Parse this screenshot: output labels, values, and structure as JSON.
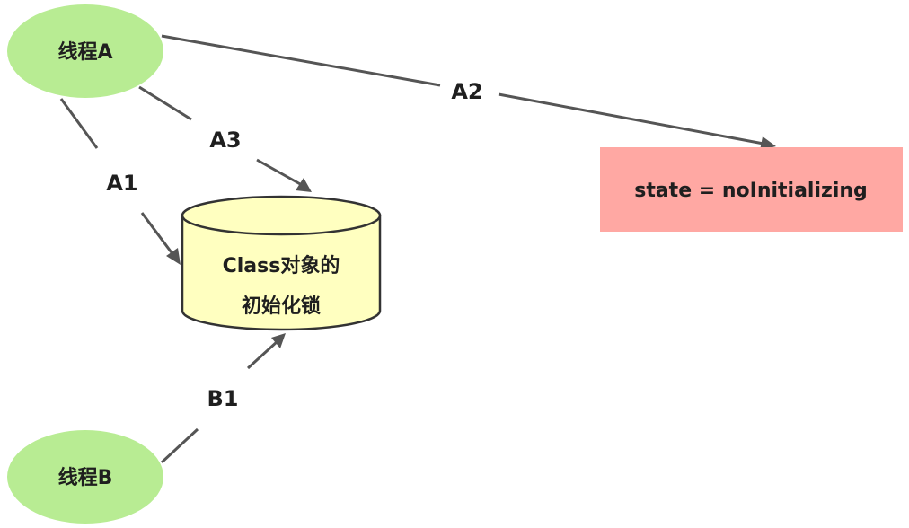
{
  "nodes": {
    "thread_a": {
      "label": "线程A",
      "fill": "#b8ec93"
    },
    "thread_b": {
      "label": "线程B",
      "fill": "#b8ec93"
    },
    "init_lock": {
      "label_line1": "Class对象的",
      "label_line2": "初始化锁",
      "fill": "#ffffc0",
      "stroke": "#333333"
    },
    "state_box": {
      "label": "state = noInitializing",
      "fill": "#ffa8a3"
    }
  },
  "edges": {
    "a1": {
      "label": "A1",
      "from": "thread_a",
      "to": "init_lock"
    },
    "a2": {
      "label": "A2",
      "from": "thread_a",
      "to": "state_box"
    },
    "a3": {
      "label": "A3",
      "from": "thread_a",
      "to": "init_lock"
    },
    "b1": {
      "label": "B1",
      "from": "thread_b",
      "to": "init_lock"
    }
  },
  "colors": {
    "edge": "#555555",
    "text": "#1f1f1f"
  }
}
